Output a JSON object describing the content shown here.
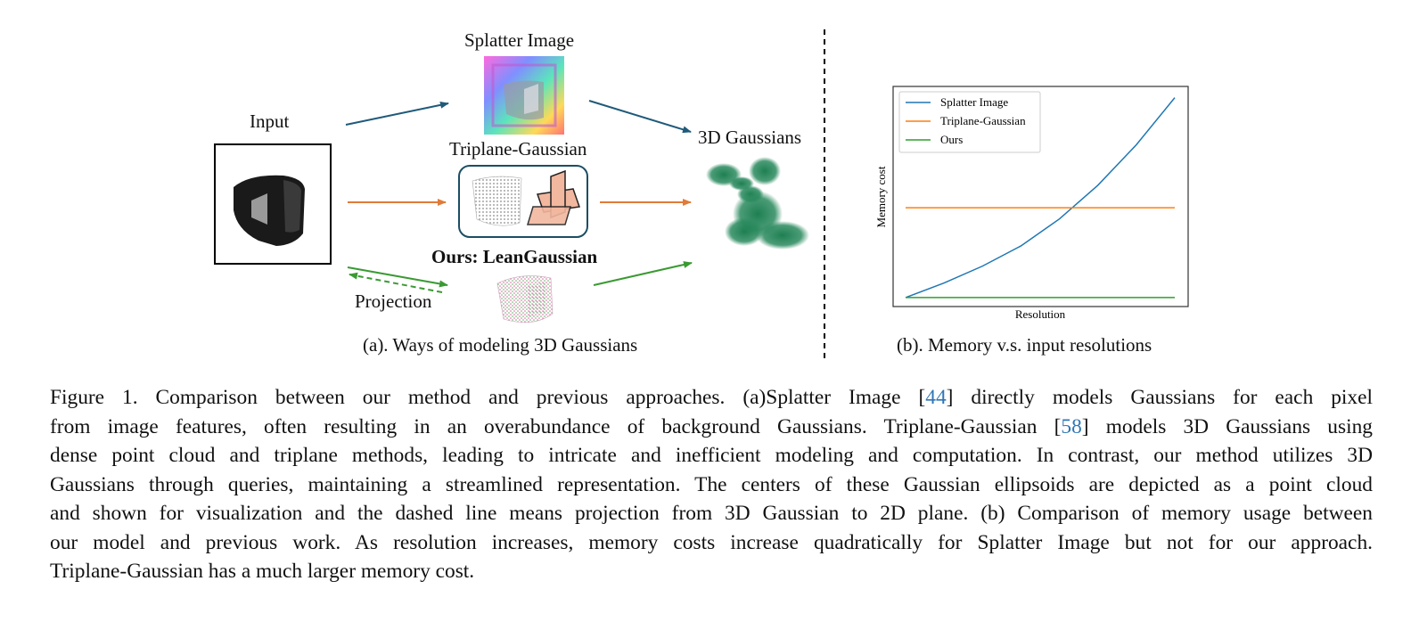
{
  "panel_a": {
    "input_label": "Input",
    "splatter_label": "Splatter Image",
    "triplane_label": "Triplane-Gaussian",
    "ours_label": "Ours: LeanGaussian",
    "gaussians_label": "3D Gaussians",
    "projection_label": "Projection",
    "sublabel": "(a). Ways of modeling 3D Gaussians",
    "colors": {
      "splatter_arrow": "#1f5a7a",
      "triplane_arrow": "#e07b39",
      "ours_arrow": "#3a9a32",
      "gaussian_blob": "#2a8a5e"
    }
  },
  "panel_b": {
    "sublabel": "(b). Memory v.s. input resolutions"
  },
  "chart_data": {
    "type": "line",
    "xlabel": "Resolution",
    "ylabel": "Memory cost",
    "legend_position": "top-left",
    "ticks_shown": false,
    "x": [
      0,
      1,
      2,
      3,
      4,
      5,
      6,
      7
    ],
    "series": [
      {
        "name": "Splatter Image",
        "color": "#1f77b4",
        "values": [
          0.0,
          0.13,
          0.28,
          0.46,
          0.7,
          1.0,
          1.36,
          1.78
        ]
      },
      {
        "name": "Triplane-Gaussian",
        "color": "#ff7f0e",
        "values": [
          0.8,
          0.8,
          0.8,
          0.8,
          0.8,
          0.8,
          0.8,
          0.8
        ]
      },
      {
        "name": "Ours",
        "color": "#2ca02c",
        "values": [
          0.0,
          0.0,
          0.0,
          0.0,
          0.0,
          0.0,
          0.0,
          0.0
        ]
      }
    ],
    "ylim": [
      -0.08,
      1.88
    ]
  },
  "caption": {
    "line1_a": "Figure 1.  Comparison between our method and previous approaches.  (a)Splatter Image [",
    "cite1": "44",
    "line1_b": "] directly models Gaussians for each pixel",
    "line2_a": "from image features, often resulting in an overabundance of background Gaussians.  Triplane-Gaussian [",
    "cite2": "58",
    "line2_b": "] models 3D Gaussians using",
    "line3": "dense point cloud and triplane methods, leading to intricate and inefficient modeling and computation. In contrast, our method utilizes 3D",
    "line4": "Gaussians through queries, maintaining a streamlined representation. The centers of these Gaussian ellipsoids are depicted as a point cloud",
    "line5": "and shown for visualization and the dashed line means projection from 3D Gaussian to 2D plane. (b) Comparison of memory usage between",
    "line6": "our model and previous work. As resolution increases, memory costs increase quadratically for Splatter Image but not for our approach.",
    "line7": "Triplane-Gaussian has a much larger memory cost."
  }
}
